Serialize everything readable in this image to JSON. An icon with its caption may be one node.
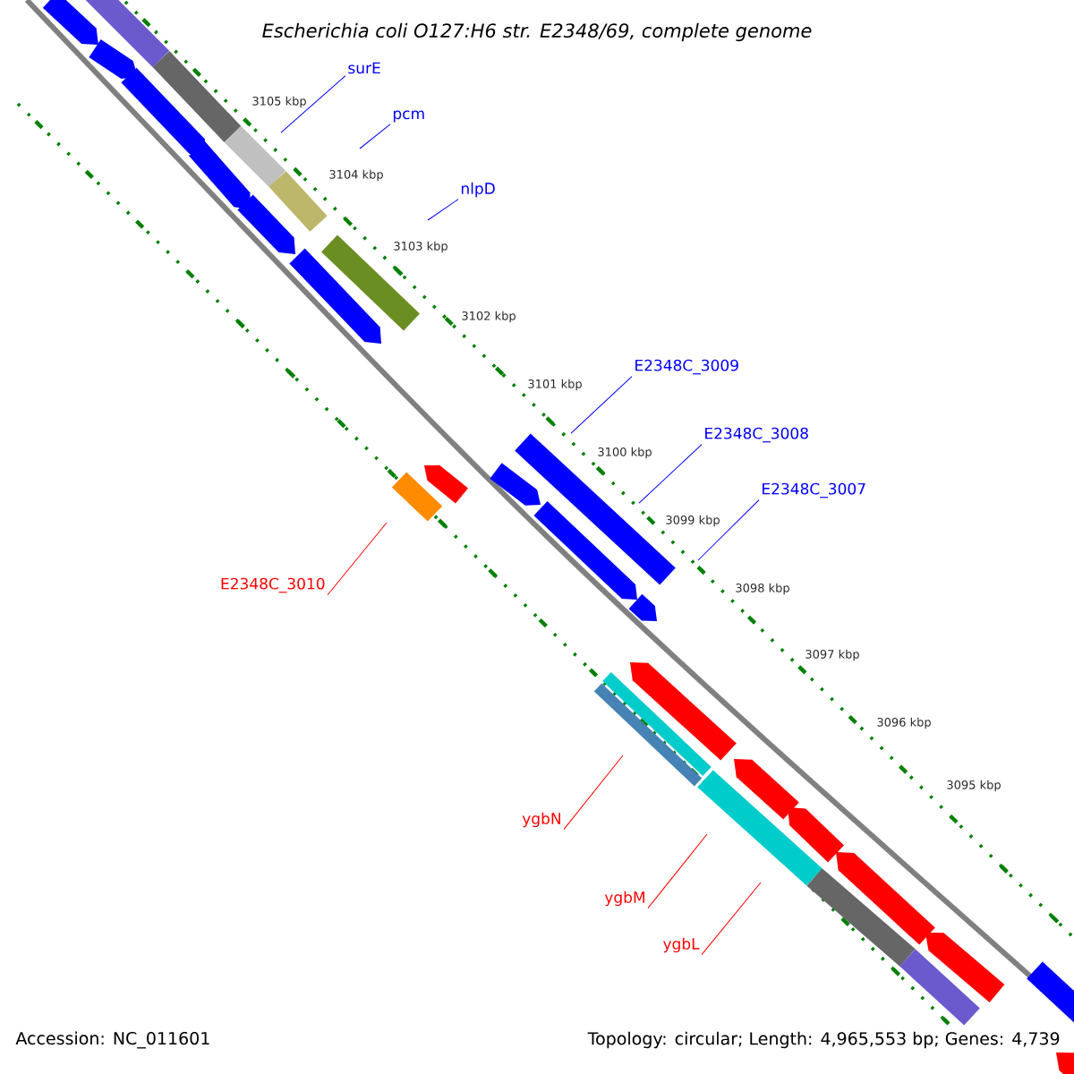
{
  "diagram": {
    "title": "Escherichia coli O127:H6 str. E2348/69, complete genome",
    "nodes": [
      {
        "text": [
          "surE"
        ]
      },
      {
        "text": [
          "pcm"
        ]
      },
      {
        "text": [
          "nlpD"
        ]
      },
      {
        "text": [
          "E2348C_3009"
        ]
      },
      {
        "text": [
          "E2348C_3008"
        ]
      },
      {
        "text": [
          "E2348C_3007"
        ]
      },
      {
        "text": [
          "E2348C_3010"
        ]
      },
      {
        "text": [
          "ygbN"
        ]
      },
      {
        "text": [
          "ygbM"
        ]
      },
      {
        "text": [
          "ygbL"
        ]
      }
    ],
    "edges": [
      {
        "from": 0,
        "to": null,
        "arrow": "none"
      },
      {
        "from": 1,
        "to": null,
        "arrow": "none"
      },
      {
        "from": 2,
        "to": null,
        "arrow": "none"
      },
      {
        "from": 3,
        "to": null,
        "arrow": "none"
      },
      {
        "from": 4,
        "to": null,
        "arrow": "none"
      },
      {
        "from": 5,
        "to": null,
        "arrow": "none"
      },
      {
        "from": 6,
        "to": null,
        "arrow": "none",
        "color": "#ff0000"
      },
      {
        "from": 7,
        "to": null,
        "arrow": "none",
        "color": "#ff0000"
      },
      {
        "from": 8,
        "to": null,
        "arrow": "none",
        "color": "#ff0000"
      },
      {
        "from": 9,
        "to": null,
        "arrow": "none",
        "color": "#ff0000"
      }
    ],
    "labels": [
      "3105 kbp",
      "3104 kbp",
      "3103 kbp",
      "3102 kbp",
      "3101 kbp",
      "3100 kbp",
      "3099 kbp",
      "3098 kbp",
      "3097 kbp",
      "3096 kbp",
      "3095 kbp",
      "Accession: NC_011601",
      "Topology: circular; Length: 4,965,553 bp; Genes: 4,739"
    ]
  }
}
